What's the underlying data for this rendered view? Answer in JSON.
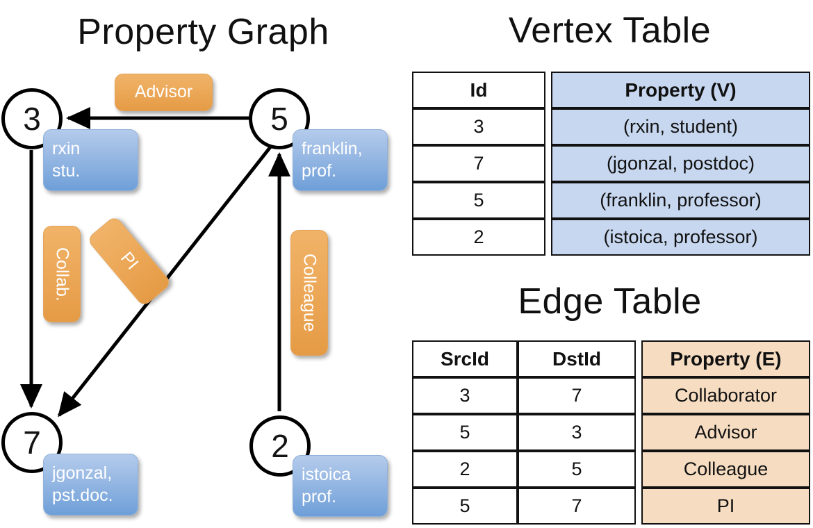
{
  "titles": {
    "property_graph": "Property Graph",
    "vertex_table": "Vertex Table",
    "edge_table": "Edge Table"
  },
  "graph": {
    "nodes": [
      {
        "id": "3",
        "property_line1": "rxin",
        "property_line2": "stu."
      },
      {
        "id": "5",
        "property_line1": "franklin,",
        "property_line2": "prof."
      },
      {
        "id": "7",
        "property_line1": "jgonzal,",
        "property_line2": "pst.doc."
      },
      {
        "id": "2",
        "property_line1": "istoica",
        "property_line2": "prof."
      }
    ],
    "edge_labels": [
      {
        "text": "Advisor",
        "orientation": "horizontal"
      },
      {
        "text": "Collab.",
        "orientation": "vertical"
      },
      {
        "text": "PI",
        "orientation": "diagonal"
      },
      {
        "text": "Colleague",
        "orientation": "vertical"
      }
    ]
  },
  "vertex_table": {
    "columns": [
      "Id",
      "Property (V)"
    ],
    "rows": [
      [
        "3",
        "(rxin, student)"
      ],
      [
        "7",
        "(jgonzal, postdoc)"
      ],
      [
        "5",
        "(franklin, professor)"
      ],
      [
        "2",
        "(istoica, professor)"
      ]
    ]
  },
  "edge_table": {
    "columns": [
      "SrcId",
      "DstId",
      "Property (E)"
    ],
    "rows": [
      [
        "3",
        "7",
        "Collaborator"
      ],
      [
        "5",
        "3",
        "Advisor"
      ],
      [
        "2",
        "5",
        "Colleague"
      ],
      [
        "5",
        "7",
        "PI"
      ]
    ]
  },
  "colors": {
    "vertex_accent": "#c7d7ef",
    "edge_accent": "#f6ddc2",
    "node_property_box": "#6e9fd8",
    "edge_label_box": "#e59b45",
    "stroke": "#000000"
  }
}
